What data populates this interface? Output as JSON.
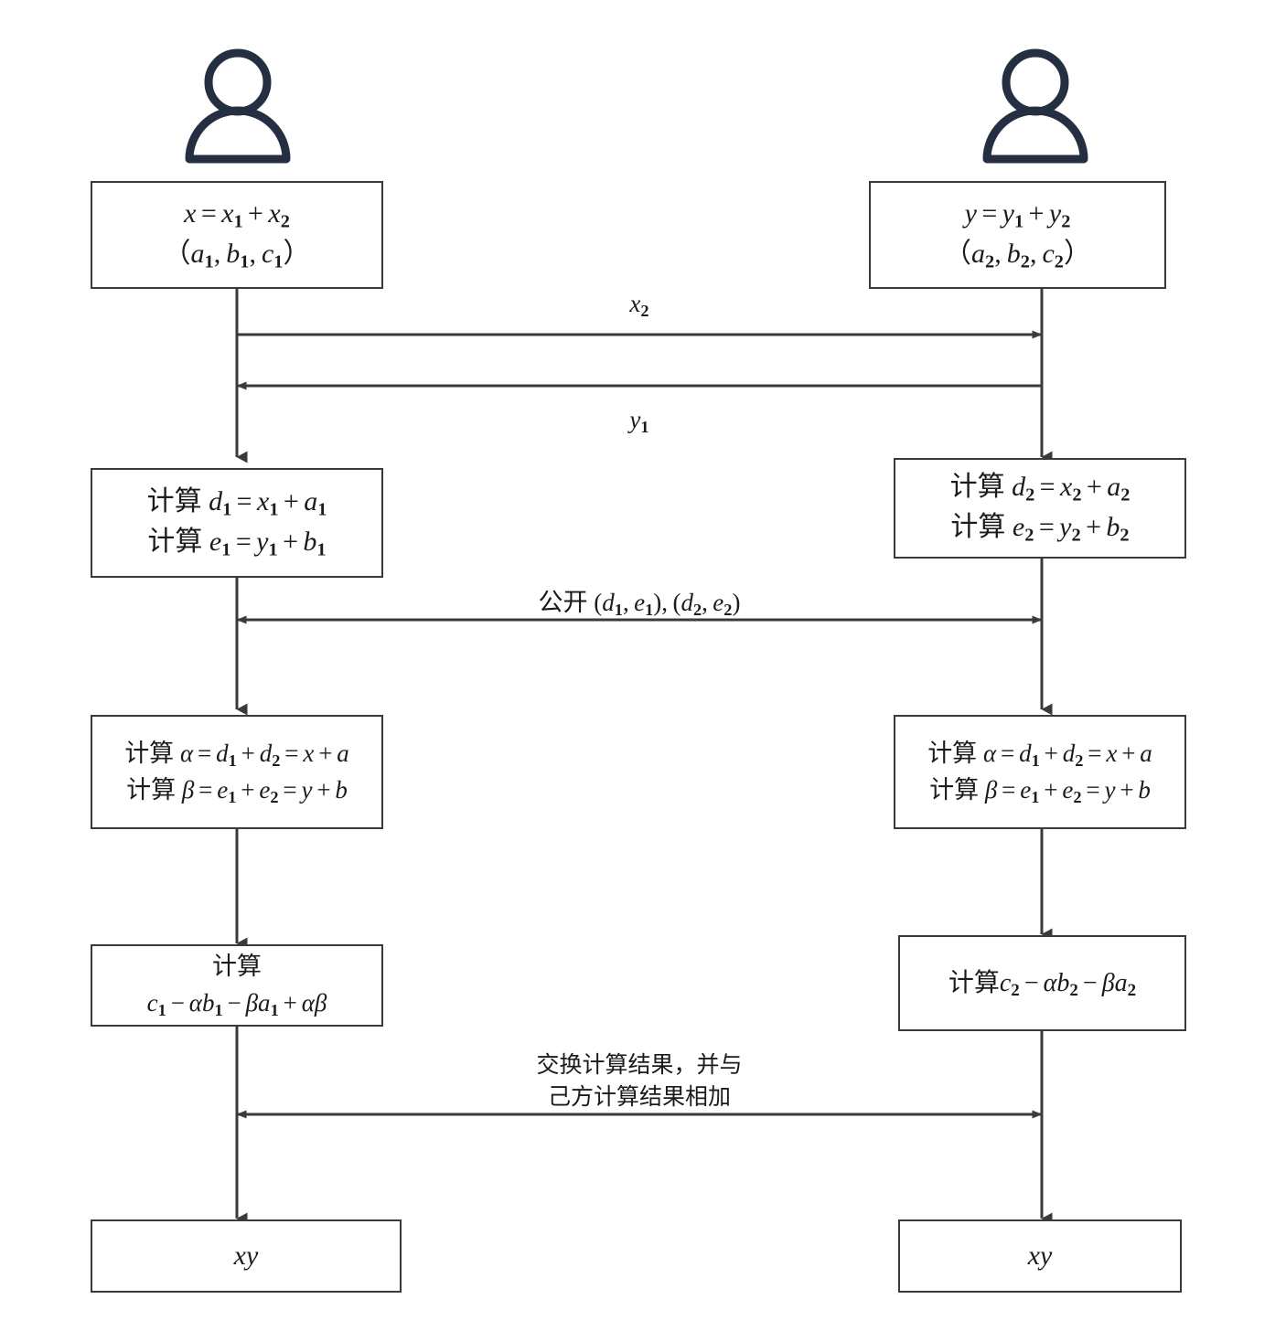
{
  "diagram": {
    "title": "Secure two-party multiplication protocol (Beaver triple) sequence diagram",
    "colors": {
      "person_icon": "#242f42",
      "box_border": "#3a3a3a",
      "arrow": "#3a3a3a",
      "text": "#1b1b1b",
      "background": "#ffffff"
    },
    "actors": [
      {
        "name": "party-1-icon",
        "icon": "person-icon"
      },
      {
        "name": "party-2-icon",
        "icon": "person-icon"
      }
    ],
    "left_column": {
      "box1": {
        "line1": "x = x₁ + x₂",
        "line2": "（a₁, b₁, c₁）"
      },
      "box2": {
        "line1": "计算 d₁ = x₁ + a₁",
        "line2": "计算 e₁ = y₁ + b₁"
      },
      "box3": {
        "line1": "计算 α = d₁ + d₂ = x + a",
        "line2": "计算 β = e₁ + e₂ = y + b"
      },
      "box4": {
        "line1": "计算",
        "line2": "c₁ − αb₁ − βa₁ + αβ"
      },
      "box5": {
        "line1": "xy"
      }
    },
    "right_column": {
      "box1": {
        "line1": "y = y₁ + y₂",
        "line2": "（a₂, b₂, c₂）"
      },
      "box2": {
        "line1": "计算 d₂ = x₂ + a₂",
        "line2": "计算 e₂ = y₂ + b₂"
      },
      "box3": {
        "line1": "计算 α = d₁ + d₂ = x + a",
        "line2": "计算 β = e₁ + e₂ = y + b"
      },
      "box4": {
        "line1": "计算c₂ − αb₂ − βa₂"
      },
      "box5": {
        "line1": "xy"
      }
    },
    "edges": [
      {
        "id": "send-x2",
        "label": "x₂",
        "direction": "left-to-right"
      },
      {
        "id": "send-y1",
        "label": "y₁",
        "direction": "right-to-left"
      },
      {
        "id": "publish-de",
        "label": "公开 (d₁,e₁),(d₂,e₂)",
        "direction": "bidirectional"
      },
      {
        "id": "exchange-results",
        "label_line1": "交换计算结果，并与",
        "label_line2": "己方计算结果相加",
        "direction": "bidirectional"
      }
    ]
  }
}
